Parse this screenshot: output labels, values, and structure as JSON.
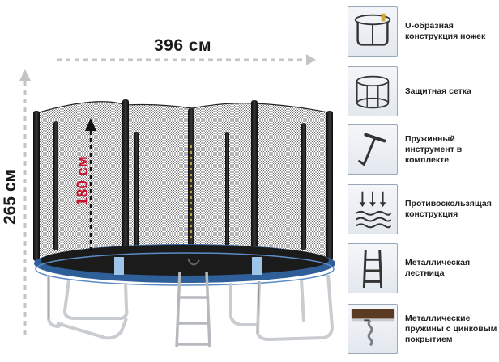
{
  "dimensions": {
    "width": "396 см",
    "height": "265 см",
    "net_height": "180 см"
  },
  "features": [
    {
      "icon": "u-leg-icon",
      "label": "U-образная конструкция ножек"
    },
    {
      "icon": "safety-net-icon",
      "label": "Защитная сетка"
    },
    {
      "icon": "spring-tool-icon",
      "label": "Пружинный инструмент в комплекте"
    },
    {
      "icon": "anti-slip-icon",
      "label": "Противоскользящая конструкция"
    },
    {
      "icon": "ladder-icon",
      "label": "Металлическая лестница"
    },
    {
      "icon": "spring-icon",
      "label": "Металлические пружины с цинковым покрытием"
    }
  ],
  "colors": {
    "net_label": "#c8102e",
    "pad_blue": "#2f5f98",
    "frame": "#c9ccd0",
    "arrow_gray": "#c4c4c4"
  }
}
